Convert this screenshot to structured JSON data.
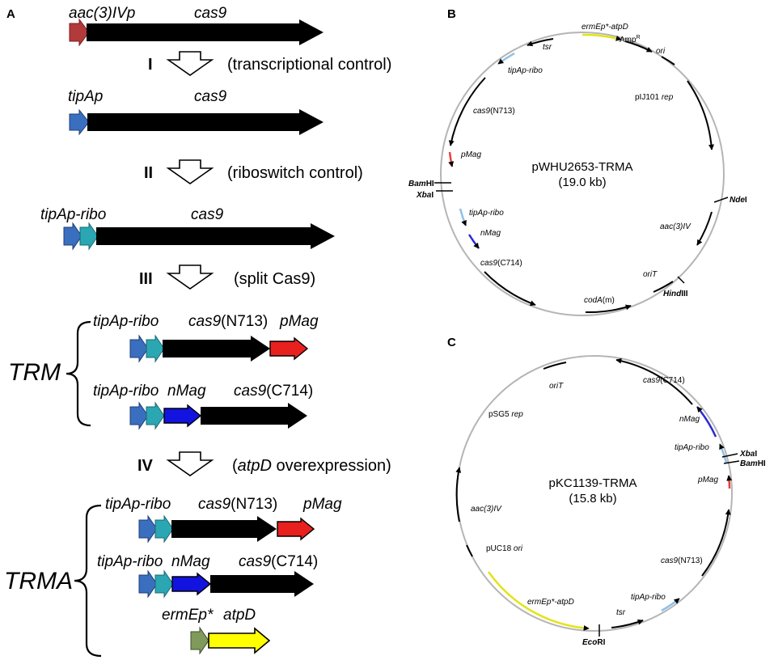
{
  "panels": {
    "a": "A",
    "b": "B",
    "c": "C"
  },
  "panel_a": {
    "row1": {
      "promoter": "aac(3)IVp",
      "gene": "cas9"
    },
    "step1": {
      "numeral": "I",
      "text": "(transcriptional control)"
    },
    "row2": {
      "promoter": "tipAp",
      "gene": "cas9"
    },
    "step2": {
      "numeral": "II",
      "text": "(riboswitch control)"
    },
    "row3": {
      "promoter": "tipAp-ribo",
      "gene": "cas9"
    },
    "step3": {
      "numeral": "III",
      "text": "(split Cas9)"
    },
    "trm": {
      "label": "TRM",
      "line1": {
        "promoter": "tipAp-ribo",
        "gene_base": "cas9",
        "gene_suffix": "(N713)",
        "tag": "pMag"
      },
      "line2": {
        "promoter": "tipAp-ribo",
        "tag": "nMag",
        "gene_base": "cas9",
        "gene_suffix": "(C714)"
      }
    },
    "step4": {
      "numeral": "IV",
      "text_open": "(",
      "text_gene": "atpD",
      "text_rest": " overexpression)"
    },
    "trma": {
      "label": "TRMA",
      "line1": {
        "promoter": "tipAp-ribo",
        "gene_base": "cas9",
        "gene_suffix": "(N713)",
        "tag": "pMag"
      },
      "line2": {
        "promoter": "tipAp-ribo",
        "tag": "nMag",
        "gene_base": "cas9",
        "gene_suffix": "(C714)"
      },
      "line3": {
        "promoter": "ermEp*",
        "gene": "atpD"
      }
    }
  },
  "panel_b": {
    "name": "pWHU2653-TRMA",
    "size": "(19.0 kb)",
    "features": {
      "ermEp_atpD": "ermEp*-atpD",
      "ampr": "Amp",
      "ampr_sup": "R",
      "ori": "ori",
      "tsr": "tsr",
      "tipAp_ribo_top": "tipAp-ribo",
      "cas9_n713_base": "cas9",
      "cas9_n713_suffix": "(N713)",
      "pmag": "pMag",
      "pij101_a": "pIJ101 ",
      "pij101_b": "rep",
      "bamhi_a": "Bam",
      "bamhi_b": "HI",
      "xbai_a": "Xba",
      "xbai_b": "I",
      "ndei_a": "Nde",
      "ndei_b": "I",
      "tipAp_ribo_low": "tipAp-ribo",
      "nmag": "nMag",
      "aac3iv": "aac(3)IV",
      "cas9_c714_base": "cas9",
      "cas9_c714_suffix": "(C714)",
      "oriT": "oriT",
      "coda_a": "codA",
      "coda_b": "(m)",
      "hindiii_a": "Hind",
      "hindiii_b": "III"
    }
  },
  "panel_c": {
    "name": "pKC1139-TRMA",
    "size": "(15.8 kb)",
    "features": {
      "oriT": "oriT",
      "cas9_c714_base": "cas9",
      "cas9_c714_suffix": "(C714)",
      "psg5_a": "pSG5 ",
      "psg5_b": "rep",
      "nmag": "nMag",
      "tipAp_ribo_top": "tipAp-ribo",
      "xbai_a": "Xba",
      "xbai_b": "I",
      "bamhi_a": "Bam",
      "bamhi_b": "HI",
      "pmag": "pMag",
      "aac3iv": "aac(3)IV",
      "cas9_n713_base": "cas9",
      "cas9_n713_suffix": "(N713)",
      "puc18_a": "pUC18 ",
      "puc18_b": "ori",
      "tipAp_ribo_low": "tipAp-ribo",
      "ermEp_atpD": "ermEp*-atpD",
      "tsr": "tsr",
      "ecori_a": "Eco",
      "ecori_b": "RI"
    }
  },
  "colors": {
    "aac_promoter": "#b23a3a",
    "tipAp": "#3a6fbf",
    "ribo": "#2ba7b3",
    "pmag": "#e8211f",
    "nmag": "#1313e0",
    "ermEp": "#7f9a5a",
    "atpD": "#ffff00",
    "map_light_blue": "#8fc0ea",
    "map_yellow": "#e3e318",
    "map_red": "#e8403a",
    "map_blue": "#2a2ad6"
  }
}
